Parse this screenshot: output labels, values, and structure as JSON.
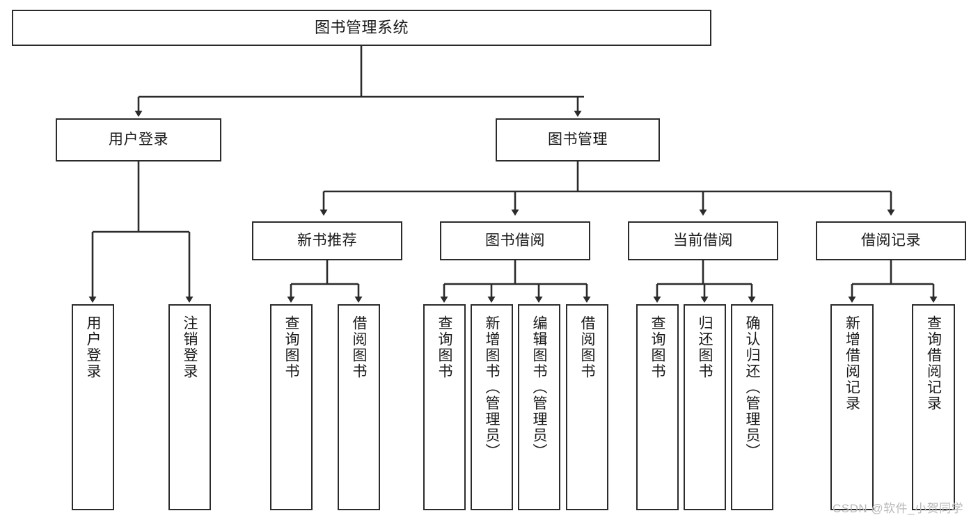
{
  "diagram": {
    "title": "图书管理系统",
    "type": "tree-hierarchy-chart",
    "watermark": "CSDN @软件_小贺同学",
    "line_color": "#2b2b2b",
    "box_fill": "#ffffff",
    "text_color": "#1a1a1a",
    "watermark_color": "#b9b9b9"
  },
  "nodes": {
    "root": {
      "label": "图书管理系统"
    },
    "level2": [
      {
        "label": "用户登录"
      },
      {
        "label": "图书管理"
      }
    ],
    "level3": [
      {
        "label": "新书推荐"
      },
      {
        "label": "图书借阅"
      },
      {
        "label": "当前借阅"
      },
      {
        "label": "借阅记录"
      }
    ],
    "leaves": {
      "user_login": [
        {
          "label": "用户登录"
        },
        {
          "label": "注销登录"
        }
      ],
      "new_book_recommend": [
        {
          "label": "查询图书"
        },
        {
          "label": "借阅图书"
        }
      ],
      "book_borrow": [
        {
          "label": "查询图书"
        },
        {
          "label": "新增图书（管理员）"
        },
        {
          "label": "编辑图书（管理员）"
        },
        {
          "label": "借阅图书"
        }
      ],
      "current_borrow": [
        {
          "label": "查询图书"
        },
        {
          "label": "归还图书"
        },
        {
          "label": "确认归还（管理员）"
        }
      ],
      "borrow_record": [
        {
          "label": "新增借阅记录"
        },
        {
          "label": "查询借阅记录"
        }
      ]
    }
  }
}
